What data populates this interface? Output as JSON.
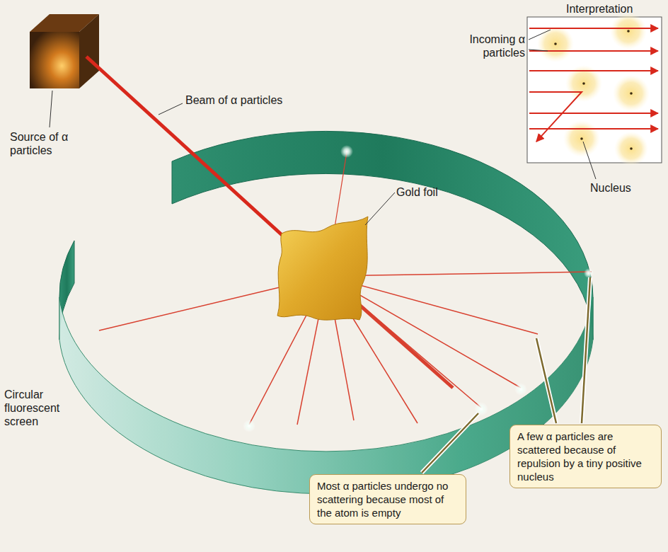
{
  "diagram": {
    "nodes": [
      {
        "text": [
          "A few α particles are scattered because of repulsion by a tiny positive nucleus"
        ]
      },
      {
        "text": [
          "Most α particles undergo no scattering because most of the atom is empty"
        ]
      }
    ],
    "labels": [
      "Interpretation",
      "Incoming α particles",
      "Nucleus",
      "Beam of α particles",
      "Source of α particles",
      "Gold foil",
      "Circular fluorescent screen"
    ]
  }
}
